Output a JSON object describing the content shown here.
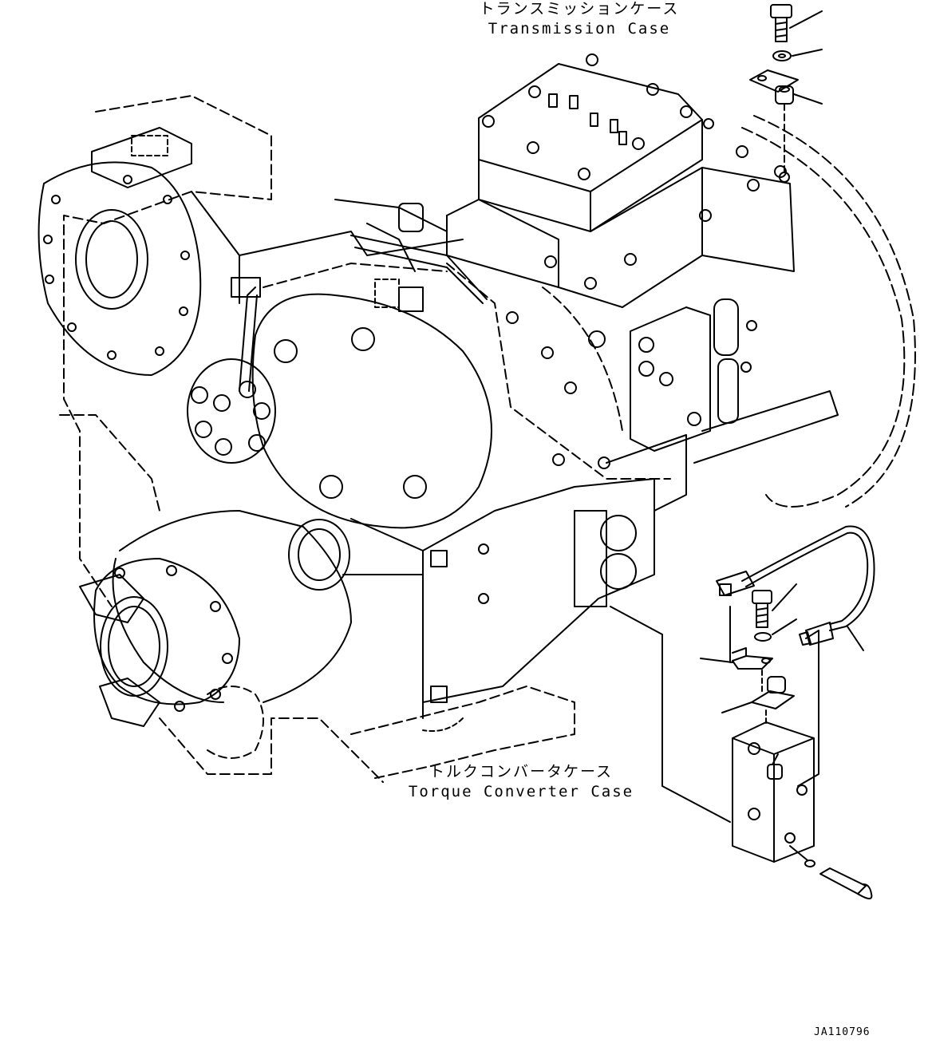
{
  "labels": {
    "transmission_case_jp": "トランスミッションケース",
    "transmission_case_en": "Transmission Case",
    "torque_converter_case_jp": "トルクコンバータケース",
    "torque_converter_case_en": "Torque Converter Case"
  },
  "drawing_id": "JA110796",
  "colors": {
    "line": "#000000",
    "background": "#ffffff"
  }
}
